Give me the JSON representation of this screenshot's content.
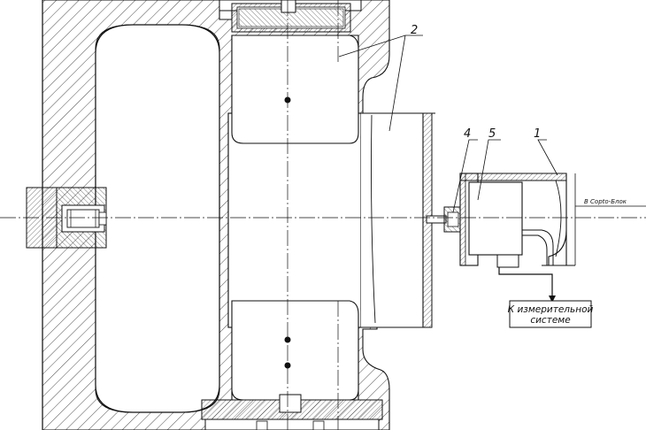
{
  "callouts": {
    "c1": "1",
    "c2": "2",
    "c4": "4",
    "c5": "5"
  },
  "notes": {
    "to_block": "В Copto-Блок",
    "measure_line1": "К измерительной",
    "measure_line2": "системе"
  }
}
